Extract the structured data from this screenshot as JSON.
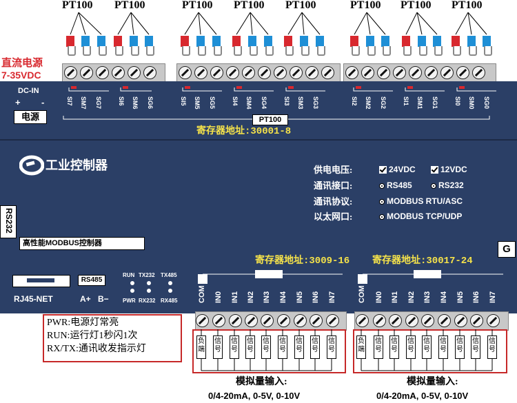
{
  "colors": {
    "panel": "#2b3f66",
    "label_yellow": "#f5e24a",
    "probe_red": "#d8282e",
    "probe_blue": "#1e8fd6",
    "frame_red": "#c62828"
  },
  "pt100_groups": [
    "PT100",
    "PT100",
    "PT100",
    "PT100",
    "PT100",
    "PT100",
    "PT100",
    "PT100"
  ],
  "power": {
    "title_line1": "直流电源",
    "title_line2": "7-35VDC",
    "dc_in": "DC-IN",
    "plus": "+",
    "minus": "-",
    "label": "电源"
  },
  "top_terminals": [
    "SI7",
    "SM7",
    "SG7",
    "SI6",
    "SM6",
    "SG6",
    "SI5",
    "SM5",
    "SG5",
    "SI4",
    "SM4",
    "SG4",
    "SI3",
    "SM3",
    "SG3",
    "SI2",
    "SM2",
    "SG2",
    "SI1",
    "SM1",
    "SG1",
    "SI0",
    "SM0",
    "SG0"
  ],
  "pt100_bar_label": "PT100",
  "register_top": "寄存器地址:30001-8",
  "brand": {
    "name": "工业控制器"
  },
  "specs": {
    "supply_label": "供电电压:",
    "supply_opt1": "24VDC",
    "supply_opt2": "12VDC",
    "comm_label": "通讯接口:",
    "comm_opt1": "RS485",
    "comm_opt2": "RS232",
    "protocol_label": "通讯协议:",
    "protocol_value": "MODBUS RTU/ASC",
    "ethernet_label": "以太网口:",
    "ethernet_value": "MODBUS TCP/UDP"
  },
  "rs232_side": "RS232",
  "model_strip": "高性能MODBUS控制器",
  "ground": "G",
  "register_ai1": "寄存器地址:3009-16",
  "register_ai2": "寄存器地址:30017-24",
  "rj45": "RJ45-NET",
  "rs485": {
    "label": "RS485",
    "a": "A+",
    "b": "B−"
  },
  "leds": {
    "run": "RUN",
    "tx232": "TX232",
    "tx485": "TX485",
    "pwr": "PWR",
    "rx232": "RX232",
    "rx485": "RX485"
  },
  "ai_terminals": [
    "COM",
    "IN0",
    "IN1",
    "IN2",
    "IN3",
    "IN4",
    "IN5",
    "IN6",
    "IN7"
  ],
  "legend": [
    "PWR:电源灯常亮",
    "RUN:运行灯1秒闪1次",
    "RX/TX:通讯收发指示灯"
  ],
  "sensor": {
    "neg": "负端",
    "signal": "信号"
  },
  "analog": {
    "title": "模拟量输入:",
    "range": "0/4-20mA, 0-5V, 0-10V"
  }
}
